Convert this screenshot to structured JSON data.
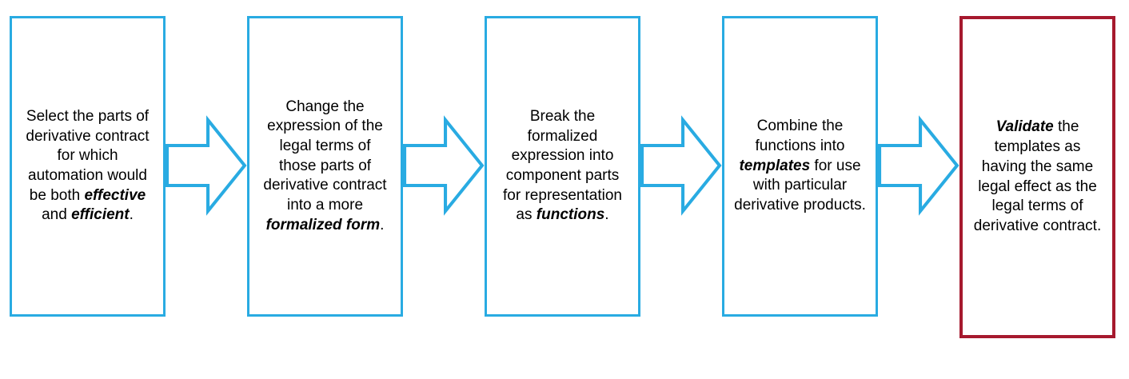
{
  "colors": {
    "step_border": "#29ABE2",
    "final_step_border": "#A6192E",
    "arrow_stroke": "#29ABE2",
    "arrow_fill": "#FFFFFF",
    "text": "#000000",
    "background": "#FFFFFF"
  },
  "diagram": {
    "type": "process-flow",
    "direction": "left-to-right",
    "arrow_icon": "right-block-arrow-icon",
    "arrow_count": 4,
    "step_count": 5
  },
  "steps": [
    {
      "id": "step-1",
      "segments": [
        {
          "text": "Select the parts of derivative contract for which automation would be both ",
          "em": false
        },
        {
          "text": "effective",
          "em": true
        },
        {
          "text": " and ",
          "em": false
        },
        {
          "text": "efficient",
          "em": true
        },
        {
          "text": ".",
          "em": false
        }
      ]
    },
    {
      "id": "step-2",
      "segments": [
        {
          "text": "Change the expression of the legal terms of those parts of derivative contract into a more ",
          "em": false
        },
        {
          "text": "formalized form",
          "em": true
        },
        {
          "text": ".",
          "em": false
        }
      ]
    },
    {
      "id": "step-3",
      "segments": [
        {
          "text": "Break the formalized expression into component parts for representation as ",
          "em": false
        },
        {
          "text": "functions",
          "em": true
        },
        {
          "text": ".",
          "em": false
        }
      ]
    },
    {
      "id": "step-4",
      "segments": [
        {
          "text": "Combine the functions into ",
          "em": false
        },
        {
          "text": "templates",
          "em": true
        },
        {
          "text": " for use with particular derivative products.",
          "em": false
        }
      ]
    },
    {
      "id": "step-5",
      "segments": [
        {
          "text": "Validate",
          "em": true
        },
        {
          "text": " the templates as having the same legal effect as the legal terms of derivative contract.",
          "em": false
        }
      ]
    }
  ]
}
